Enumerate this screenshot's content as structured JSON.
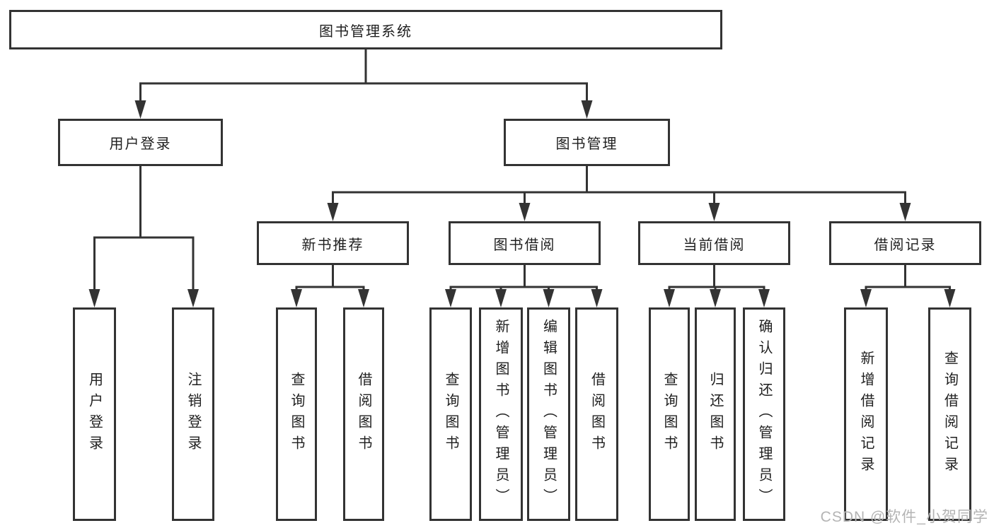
{
  "diagram": {
    "title": "图书管理系统",
    "watermark": "CSDN @软件_小贺同学",
    "colors": {
      "line": "#333333",
      "text": "#1f1f1f",
      "background": "#ffffff",
      "watermark": "#b4b4b4"
    },
    "nodes": [
      {
        "id": "root",
        "label": "图书管理系统",
        "level": 1,
        "parent": null,
        "vertical": false
      },
      {
        "id": "user-login",
        "label": "用户登录",
        "level": 2,
        "parent": "root",
        "vertical": false
      },
      {
        "id": "book-management",
        "label": "图书管理",
        "level": 2,
        "parent": "root",
        "vertical": false
      },
      {
        "id": "new-book-recommend",
        "label": "新书推荐",
        "level": 3,
        "parent": "book-management",
        "vertical": false
      },
      {
        "id": "book-borrow",
        "label": "图书借阅",
        "level": 3,
        "parent": "book-management",
        "vertical": false
      },
      {
        "id": "current-borrow",
        "label": "当前借阅",
        "level": 3,
        "parent": "book-management",
        "vertical": false
      },
      {
        "id": "borrow-records",
        "label": "借阅记录",
        "level": 3,
        "parent": "book-management",
        "vertical": false
      },
      {
        "id": "user-login-leaf",
        "label": "用户登录",
        "level": 4,
        "parent": "user-login",
        "vertical": true
      },
      {
        "id": "logout",
        "label": "注销登录",
        "level": 4,
        "parent": "user-login",
        "vertical": true
      },
      {
        "id": "query-books-1",
        "label": "查询图书",
        "level": 4,
        "parent": "new-book-recommend",
        "vertical": true
      },
      {
        "id": "borrow-books-1",
        "label": "借阅图书",
        "level": 4,
        "parent": "new-book-recommend",
        "vertical": true
      },
      {
        "id": "query-books-2",
        "label": "查询图书",
        "level": 4,
        "parent": "book-borrow",
        "vertical": true
      },
      {
        "id": "add-books-admin",
        "label": "新增图书（管理员）",
        "level": 4,
        "parent": "book-borrow",
        "vertical": true
      },
      {
        "id": "edit-books-admin",
        "label": "编辑图书（管理员）",
        "level": 4,
        "parent": "book-borrow",
        "vertical": true
      },
      {
        "id": "borrow-books-2",
        "label": "借阅图书",
        "level": 4,
        "parent": "book-borrow",
        "vertical": true
      },
      {
        "id": "query-books-3",
        "label": "查询图书",
        "level": 4,
        "parent": "current-borrow",
        "vertical": true
      },
      {
        "id": "return-books",
        "label": "归还图书",
        "level": 4,
        "parent": "current-borrow",
        "vertical": true
      },
      {
        "id": "confirm-return-admin",
        "label": "确认归还（管理员）",
        "level": 4,
        "parent": "current-borrow",
        "vertical": true
      },
      {
        "id": "add-borrow-record",
        "label": "新增借阅记录",
        "level": 4,
        "parent": "borrow-records",
        "vertical": true
      },
      {
        "id": "query-borrow-record",
        "label": "查询借阅记录",
        "level": 4,
        "parent": "borrow-records",
        "vertical": true
      }
    ]
  }
}
